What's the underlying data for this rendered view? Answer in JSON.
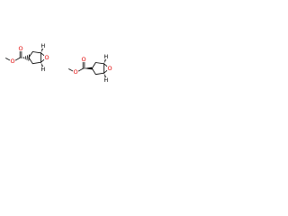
{
  "colors": {
    "background": "#ffffff",
    "bond": "#000000",
    "oxygen": "#e00000",
    "hydrogen": "#000000"
  },
  "molecules": [
    {
      "name": "molecule-left",
      "atom_labels": {
        "carbonyl_oxygen": "O",
        "ester_oxygen": "O",
        "epoxide_oxygen": "O",
        "bridgehead_h_top": "H",
        "bridgehead_h_bottom": "H"
      }
    },
    {
      "name": "molecule-right",
      "atom_labels": {
        "carbonyl_oxygen": "O",
        "ester_oxygen": "O",
        "epoxide_oxygen": "O",
        "bridgehead_h_top": "H",
        "bridgehead_h_bottom": "H"
      }
    }
  ]
}
